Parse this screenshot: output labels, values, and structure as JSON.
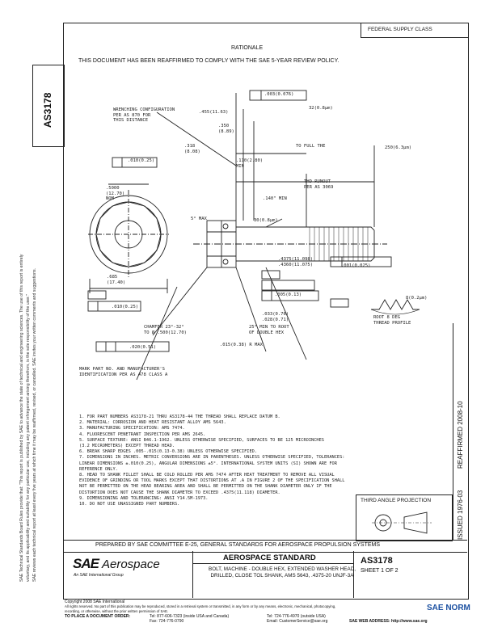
{
  "header": {
    "federal_supply_class": "FEDERAL SUPPLY CLASS",
    "doc_id_vertical": "AS3178",
    "rationale_title": "RATIONALE",
    "rationale_text": "THIS DOCUMENT HAS BEEN REAFFIRMED TO COMPLY WITH THE SAE 5-YEAR REVIEW POLICY."
  },
  "left_margin_text": [
    "SAE Technical Standards Board Rules provide that: \"This report is published by SAE to advance the state of technical and engineering sciences. The use of this report is entirely",
    "voluntary, and its applicability and suitability for any particular use, including any patent infringement arising therefrom, is the sole responsibility of the user.\"",
    "SAE reviews each technical report at least every five years at which time it may be reaffirmed, revised, or cancelled. SAE invites your written comments and suggestions."
  ],
  "right_margin": {
    "issued": "ISSUED 1976-03",
    "reaffirmed": "REAFFIRMED 2008-10"
  },
  "drawing_labels": {
    "wrenching": "WRENCHING CONFIGURATION\nPER AS 870 FOR\nTHIS DISTANCE",
    "to_full_the": "TO FULL THE",
    "thd_runout": "THD RUNOUT\nPER AS 3069",
    "min_140": ".140\" MIN",
    "deg_30": "30(0.8μm)",
    "deg_25": "25° MIN TO ROOT\nOF DOUBLE HEX",
    "mark_part": "MARK PART NO. AND MANUFACTURER'S\nIDENTIFICATION PER AS 478 CLASS A",
    "chamfer": "CHAMFER 23°-32°\nTO Ø .500(12.70)",
    "angle_max": "5° MAX",
    "r_max": ".015(0.38) R MAX",
    "thread_profile": "ROOT 8 DEG\nTHREAD PROFILE",
    "dim_032": "32(0.8μm)",
    "dim_250": "250(6.3μm)",
    "dim_8": "8(0.2μm)",
    "dim_003": ".003(0.076)",
    "dim_010a": ".010(0.25)",
    "dim_010b": ".010(0.25)",
    "dim_020": ".020(0.51)",
    "dim_001": ".001(0.025)",
    "dim_005": ".005(0.13)",
    "dim_455": ".455(11.63)",
    "dim_350": ".350\n(8.89)",
    "dim_318": ".318\n(8.08)",
    "dim_110": ".110(2.80)\nMIN",
    "dim_500": ".5000\n(12.70)\nNOM",
    "dim_685": ".685\n(17.40)",
    "dim_4375": ".4375(11.098)\n.4360(11.075)",
    "dim_033": ".033(0.76)\n.028(0.71)"
  },
  "notes": [
    "1.  FOR PART NUMBERS AS3178-21 THRU AS3178-44 THE THREAD SHALL REPLACE DATUM B.",
    "2.  MATERIAL:  CORROSION AND HEAT RESISTANT ALLOY AMS 5643.",
    "3.  MANUFACTURING SPECIFICATION:  AMS 7474.",
    "4.  FLUORESCENT PENETRANT INSPECTION PER AMS 2645.",
    "5.  SURFACE TEXTURE:  ANSI B46.1-1962.  UNLESS OTHERWISE SPECIFIED, SURFACES TO BE 125 MICROINCHES",
    "    (3.2 MICROMETERS) EXCEPT THREAD HEAD.",
    "6.  BREAK SHARP EDGES .005-.015(0.13-0.38) UNLESS OTHERWISE SPECIFIED.",
    "7.  DIMENSIONS IN INCHES.  METRIC CONVERSIONS ARE IN PARENTHESES.  UNLESS OTHERWISE SPECIFIED, TOLERANCES:",
    "    LINEAR DIMENSIONS ±.010(0.25), ANGULAR DIMENSIONS ±5°.  INTERNATIONAL SYSTEM UNITS (SI) SHOWN ARE FOR",
    "    REFERENCE ONLY.",
    "8.  HEAD TO SHANK FILLET SHALL BE COLD ROLLED PER AMS 7474 AFTER HEAT TREATMENT TO REMOVE ALL VISUAL",
    "    EVIDENCE OF GRINDING OR TOOL MARKS EXCEPT THAT DISTORTIONS AT .A IN FIGURE 2 OF THE SPECIFICATION SHALL",
    "    NOT BE PERMITTED ON THE HEAD BEARING AREA AND SHALL BE PERMITTED ON THE SHANK DIAMETER ONLY IF THE",
    "    DISTORTION DOES NOT CAUSE THE SHANK DIAMETER TO EXCEED .4375(11.118) DIAMETER.",
    "9.  DIMENSIONING AND TOLERANCING:  ANSI Y14.5M-1973.",
    "10. DO NOT USE UNASSIGNED PART NUMBERS."
  ],
  "third_angle": "THIRD ANGLE PROJECTION",
  "prepared_by": "PREPARED BY SAE COMMITTEE E-25, GENERAL STANDARDS FOR AEROSPACE PROPULSION SYSTEMS",
  "title_block": {
    "logo_sae": "SAE",
    "logo_aerospace": "Aerospace",
    "logo_tagline": "An SAE International Group",
    "standard_label": "AEROSPACE STANDARD",
    "part_title": "BOLT, MACHINE - DOUBLE HEX, EXTENDED WASHER HEAD,\nDRILLED, CLOSE TOL SHANK, AMS 5643, .4375-20 UNJF-3A",
    "doc_number": "AS3178",
    "sheet": "SHEET 1 OF 2"
  },
  "footer": {
    "copyright": "Copyright 2008 SAE International",
    "rights": "All rights reserved. No part of this publication may be reproduced, stored in a retrieval system or transmitted, in any form or by any means, electronic, mechanical, photocopying,",
    "rights2": "recording, or otherwise, without the prior written permission of SAE.",
    "order_label": "TO PLACE A DOCUMENT ORDER:",
    "tel1": "Tel: 877-606-7323 (inside USA and Canada)",
    "tel2": "Tel: 724-776-4970 (outside USA)",
    "fax": "Fax: 724-776-0790",
    "email": "Email: CustomerService@sae.org",
    "web": "SAE WEB ADDRESS: http://www.sae.org",
    "watermark": "SAE NORM"
  }
}
